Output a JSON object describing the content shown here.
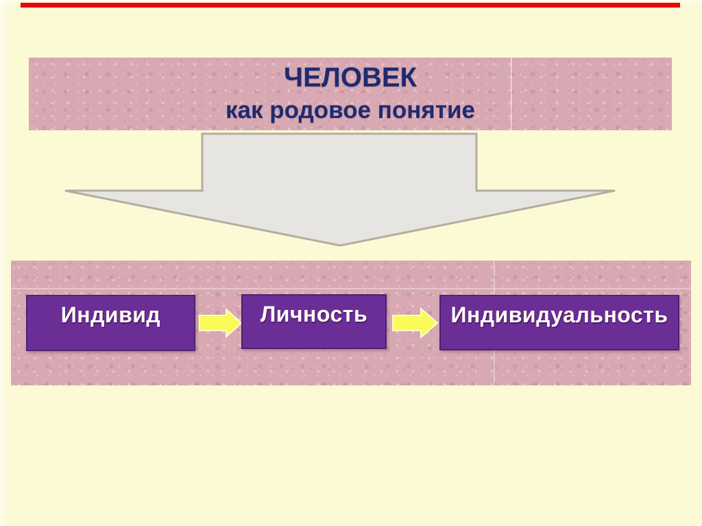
{
  "slide": {
    "header": {
      "title": "ЧЕЛОВЕК",
      "subtitle": "как родовое понятие"
    },
    "flow": {
      "boxes": [
        {
          "label": "Индивид"
        },
        {
          "label": "Личность"
        },
        {
          "label": "Индивидуальность"
        }
      ]
    },
    "icons": {
      "down_arrow": "down-arrow-icon",
      "flow_arrow": "right-arrow-icon"
    },
    "colors": {
      "background": "#fcf9d5",
      "top_bar_red": "#e20b0b",
      "panel_pink": "#d8a9b3",
      "title_navy": "#1f2b6e",
      "box_purple": "#6b2e97",
      "box_border_purple": "#4c2270",
      "box_text_white": "#fffdf5",
      "arrow_yellow": "#fafa58",
      "arrow_yellow_border": "#fdfdc8",
      "down_arrow_gray": "#e6e5e2",
      "down_arrow_border_gray": "#b2ad9f"
    }
  }
}
